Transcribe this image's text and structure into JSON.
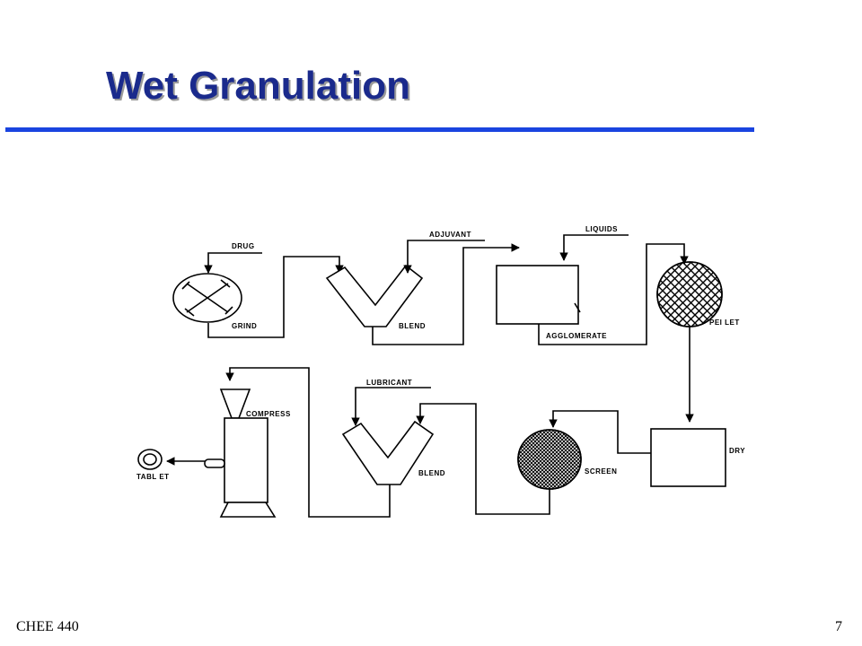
{
  "slide": {
    "title": "Wet Granulation",
    "footer_left": "CHEE 440",
    "page_number": "7"
  },
  "diagram": {
    "labels": {
      "drug": "DRUG",
      "grind": "GRIND",
      "adjuvant": "ADJUVANT",
      "blend1": "BLEND",
      "liquids": "LIQUIDS",
      "agglomerate": "AGGLOMERATE",
      "pellet": "PEI LET",
      "dry": "DRY",
      "screen": "SCREEN",
      "lubricant": "LUBRICANT",
      "blend2": "BLEND",
      "compress": "COMPRESS",
      "tablet": "TABL ET"
    }
  }
}
